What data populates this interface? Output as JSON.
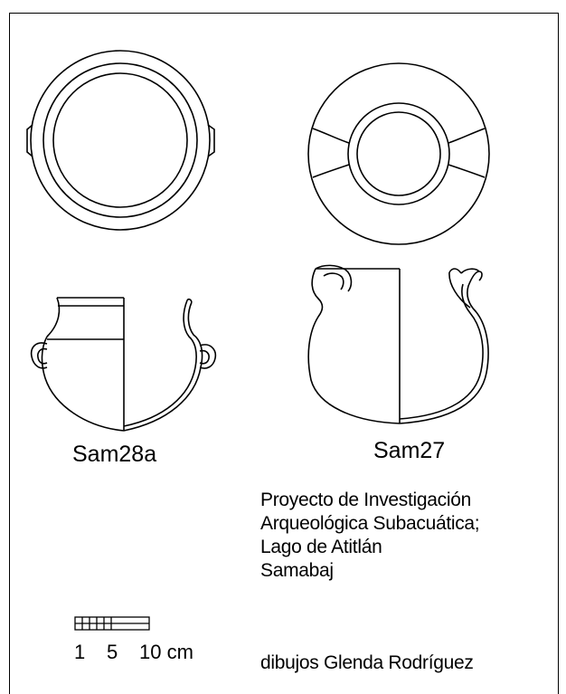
{
  "vessels": [
    {
      "id": "Sam28a",
      "label": "Sam28a"
    },
    {
      "id": "Sam27",
      "label": "Sam27"
    }
  ],
  "project": {
    "lines": [
      "Proyecto de Investigación",
      "Arqueológica Subacuática;",
      "Lago de Atitlán",
      "Samabaj"
    ],
    "credit": "dibujos Glenda Rodríguez"
  },
  "scale": {
    "ticks": [
      "1",
      "5",
      "10 cm"
    ]
  },
  "colors": {
    "ink": "#000000",
    "paper": "#ffffff"
  }
}
